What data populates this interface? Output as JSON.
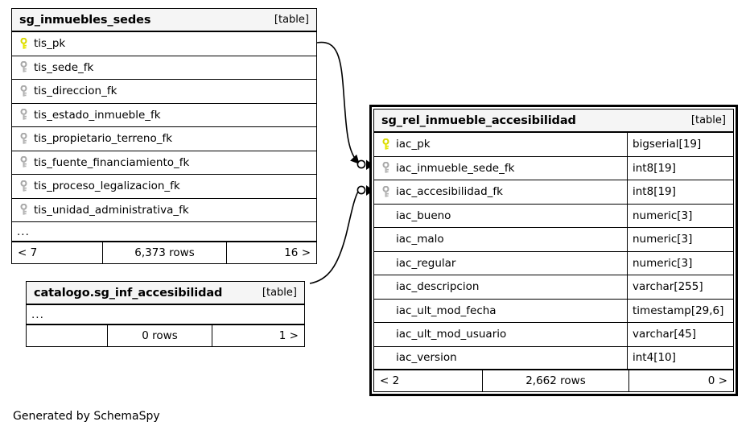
{
  "diagram": {
    "credit": "Generated by SchemaSpy",
    "kind_label": "[table]",
    "ellipsis": "...",
    "colors": {
      "primary_key": "#e8e800",
      "foreign_key": "#a8a8a8",
      "header_background": "#f5f5f5",
      "border": "#000000",
      "page_background": "#ffffff"
    }
  },
  "tables": [
    {
      "id": "sg_inmuebles_sedes",
      "title": "sg_inmuebles_sedes",
      "kind": "[table]",
      "highlighted": false,
      "has_type_column": false,
      "columns": [
        {
          "name": "tis_pk",
          "key": "primary",
          "icon": "key-icon-primary"
        },
        {
          "name": "tis_sede_fk",
          "key": "foreign",
          "icon": "key-icon-foreign"
        },
        {
          "name": "tis_direccion_fk",
          "key": "foreign",
          "icon": "key-icon-foreign"
        },
        {
          "name": "tis_estado_inmueble_fk",
          "key": "foreign",
          "icon": "key-icon-foreign"
        },
        {
          "name": "tis_propietario_terreno_fk",
          "key": "foreign",
          "icon": "key-icon-foreign"
        },
        {
          "name": "tis_fuente_financiamiento_fk",
          "key": "foreign",
          "icon": "key-icon-foreign"
        },
        {
          "name": "tis_proceso_legalizacion_fk",
          "key": "foreign",
          "icon": "key-icon-foreign"
        },
        {
          "name": "tis_unidad_administrativa_fk",
          "key": "foreign",
          "icon": "key-icon-foreign"
        }
      ],
      "more_indicator": "...",
      "footer": {
        "left": "< 7",
        "center": "6,373 rows",
        "right": "16 >"
      }
    },
    {
      "id": "catalogo.sg_inf_accesibilidad",
      "title": "catalogo.sg_inf_accesibilidad",
      "kind": "[table]",
      "highlighted": false,
      "has_type_column": false,
      "columns": [],
      "more_indicator": "...",
      "footer": {
        "left": "",
        "center": "0 rows",
        "right": "1 >"
      }
    },
    {
      "id": "sg_rel_inmueble_accesibilidad",
      "title": "sg_rel_inmueble_accesibilidad",
      "kind": "[table]",
      "highlighted": true,
      "has_type_column": true,
      "columns": [
        {
          "name": "iac_pk",
          "type": "bigserial[19]",
          "key": "primary",
          "icon": "key-icon-primary"
        },
        {
          "name": "iac_inmueble_sede_fk",
          "type": "int8[19]",
          "key": "foreign",
          "icon": "key-icon-foreign"
        },
        {
          "name": "iac_accesibilidad_fk",
          "type": "int8[19]",
          "key": "foreign",
          "icon": "key-icon-foreign"
        },
        {
          "name": "iac_bueno",
          "type": "numeric[3]",
          "key": "none",
          "icon": ""
        },
        {
          "name": "iac_malo",
          "type": "numeric[3]",
          "key": "none",
          "icon": ""
        },
        {
          "name": "iac_regular",
          "type": "numeric[3]",
          "key": "none",
          "icon": ""
        },
        {
          "name": "iac_descripcion",
          "type": "varchar[255]",
          "key": "none",
          "icon": ""
        },
        {
          "name": "iac_ult_mod_fecha",
          "type": "timestamp[29,6]",
          "key": "none",
          "icon": ""
        },
        {
          "name": "iac_ult_mod_usuario",
          "type": "varchar[45]",
          "key": "none",
          "icon": ""
        },
        {
          "name": "iac_version",
          "type": "int4[10]",
          "key": "none",
          "icon": ""
        }
      ],
      "more_indicator": "",
      "footer": {
        "left": "< 2",
        "center": "2,662 rows",
        "right": "0 >"
      }
    }
  ],
  "relationships": [
    {
      "id": "rel-inmuebles-sedes-to-iac-inmueble-sede-fk",
      "from_table": "sg_inmuebles_sedes",
      "from_column": "tis_pk",
      "to_table": "sg_rel_inmueble_accesibilidad",
      "to_column": "iac_inmueble_sede_fk",
      "start_marker": "none",
      "end_marker": "circle-arrow"
    },
    {
      "id": "rel-catalogo-accesibilidad-to-iac-accesibilidad-fk",
      "from_table": "catalogo.sg_inf_accesibilidad",
      "from_column": "",
      "to_table": "sg_rel_inmueble_accesibilidad",
      "to_column": "iac_accesibilidad_fk",
      "start_marker": "none",
      "end_marker": "circle-arrow"
    }
  ]
}
